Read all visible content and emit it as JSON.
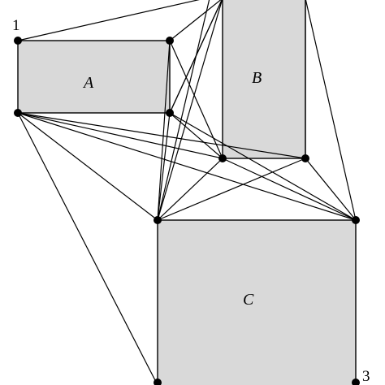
{
  "diagram": {
    "regions": [
      {
        "id": "A",
        "label": "A",
        "fill": "#d9d9d9"
      },
      {
        "id": "B",
        "label": "B",
        "fill": "#d9d9d9"
      },
      {
        "id": "C",
        "label": "C",
        "fill": "#d9d9d9"
      }
    ],
    "vertex_labels": [
      "1",
      "3"
    ],
    "colors": {
      "stroke": "#000000",
      "region_fill": "#d9d9d9",
      "background": "#ffffff"
    }
  }
}
